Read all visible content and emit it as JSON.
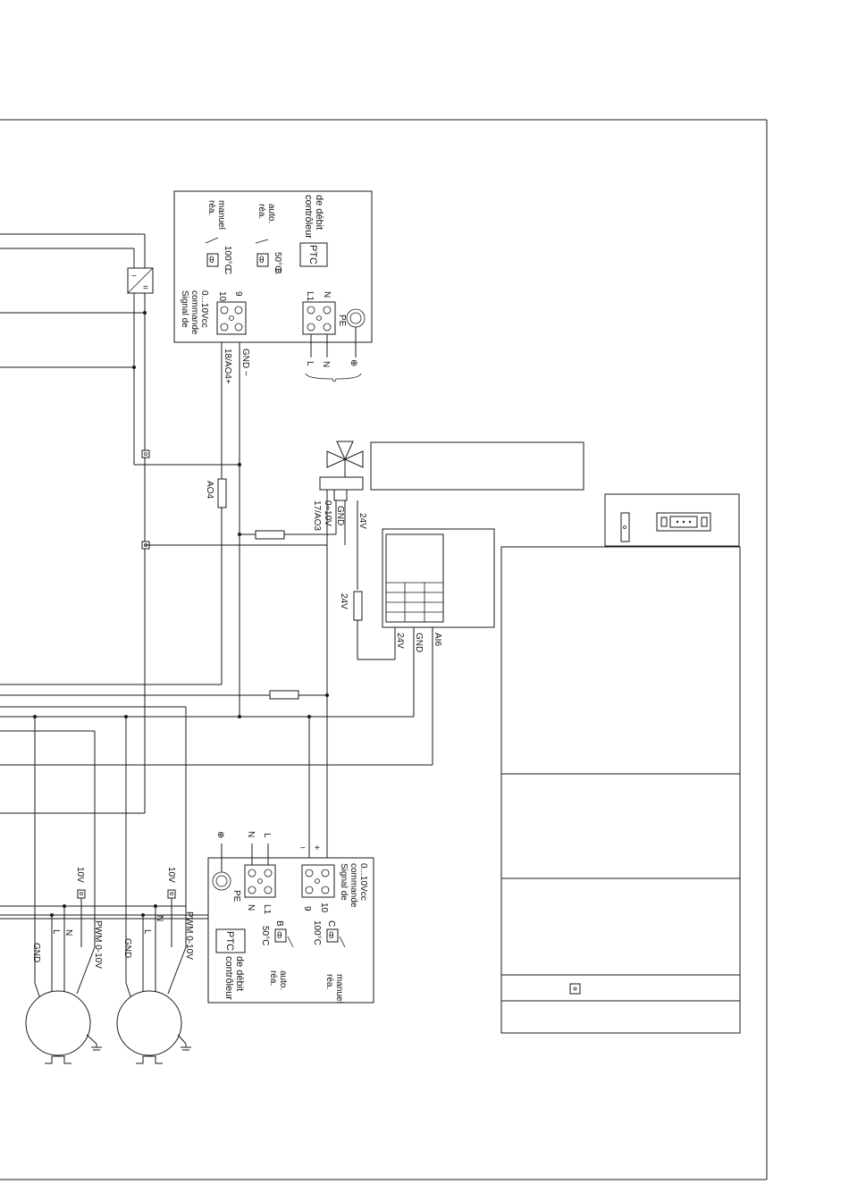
{
  "controller_top": {
    "title": "contrôleur de débit",
    "ptc": "PTC",
    "auto_reset": "réa. auto.",
    "manual_reset": "réa. manuel",
    "temp_auto": "50°C",
    "temp_manual": "100°C",
    "contact_auto": "B",
    "contact_manual": "C",
    "terminal_l1": "L1",
    "terminal_n": "N",
    "terminal_pe": "PE",
    "terminal_10": "10",
    "terminal_9": "9",
    "signal_label": "Signal de commande 0...10Vcc",
    "wire_l": "L",
    "wire_n": "N",
    "wire_pe": "⊕",
    "sig_plus": "18/AO4+",
    "sig_minus": "GND −"
  },
  "controller_bottom": {
    "title": "contrôleur de débit",
    "ptc": "PTC",
    "auto_reset": "réa. auto.",
    "manual_reset": "réa. manuel",
    "temp_auto": "50°C",
    "temp_manual": "100°C",
    "contact_auto": "B",
    "contact_manual": "C",
    "terminal_l1": "L1",
    "terminal_n": "N",
    "terminal_pe": "PE",
    "terminal_10": "10",
    "terminal_9": "9",
    "signal_label": "Signal de commande 0...10Vcc",
    "wire_l": "L",
    "wire_n": "N",
    "wire_pe": "⊕",
    "sig_minus": "−",
    "sig_plus": "+"
  },
  "wire_labels": {
    "ao4": "AO4",
    "ao3": "17/AO3",
    "v010": "0÷10V",
    "gnd": "GND",
    "v24": "24V",
    "v24_fuse": "24V",
    "module_24v": "24V",
    "module_gnd": "GND",
    "module_ai6": "AI6"
  },
  "fans": [
    {
      "gnd": "GND",
      "n": "N",
      "l": "L",
      "pwm": "PWM 0-10V",
      "v10": "10V"
    },
    {
      "gnd": "GND",
      "n": "N",
      "l": "L",
      "pwm": "PWM 0-10V",
      "v10": "10V"
    }
  ]
}
